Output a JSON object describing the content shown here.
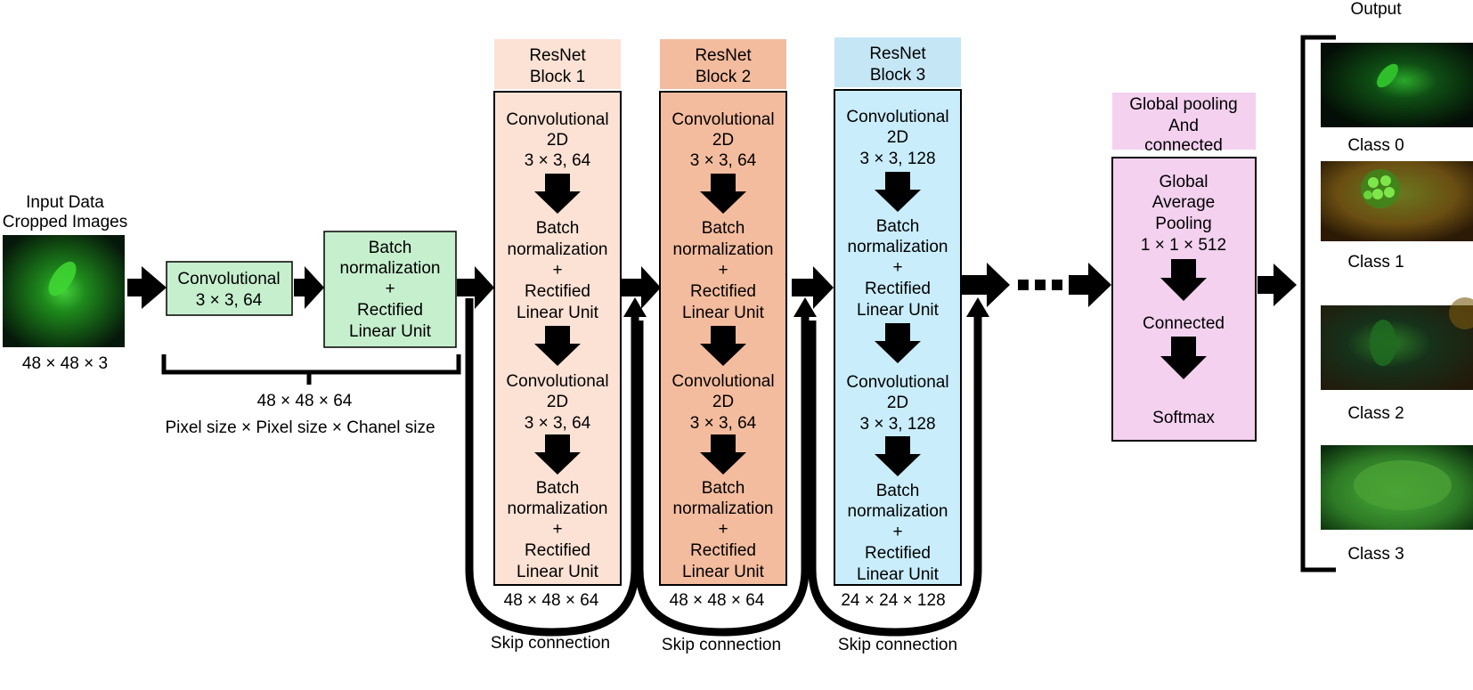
{
  "input": {
    "title": [
      "Input Data",
      "Cropped Images"
    ],
    "dims": "48 × 48 × 3",
    "image_desc": "green-cell-image"
  },
  "conv_box": {
    "lines": [
      "Convolutional",
      "3 × 3, 64"
    ],
    "color": "#c6efce"
  },
  "bn_box": {
    "lines": [
      "Batch",
      "normalization",
      "+",
      "Rectified",
      "Linear Unit"
    ],
    "color": "#c6efce"
  },
  "bracket_labels": {
    "dims": "48 × 48 × 64",
    "axes": "Pixel size  ×  Pixel size  ×  Chanel size"
  },
  "blocks": [
    {
      "title": [
        "ResNet",
        "Block 1"
      ],
      "title_color": "#fbe2d5",
      "body_color": "#fbe2d5",
      "layer1": [
        "Convolutional",
        "2D",
        "3 × 3, 64"
      ],
      "layer2": [
        "Batch",
        "normalization",
        "+",
        "Rectified",
        "Linear Unit"
      ],
      "layer3": [
        "Convolutional",
        "2D",
        "3 × 3, 64"
      ],
      "layer4": [
        "Batch",
        "normalization",
        "+",
        "Rectified",
        "Linear Unit"
      ],
      "dims": "48 × 48 × 64",
      "skip": "Skip connection"
    },
    {
      "title": [
        "ResNet",
        "Block 2"
      ],
      "title_color": "#f4bc9e",
      "body_color": "#f4bc9e",
      "layer1": [
        "Convolutional",
        "2D",
        "3 × 3, 64"
      ],
      "layer2": [
        "Batch",
        "normalization",
        "+",
        "Rectified",
        "Linear Unit"
      ],
      "layer3": [
        "Convolutional",
        "2D",
        "3 × 3, 64"
      ],
      "layer4": [
        "Batch",
        "normalization",
        "+",
        "Rectified",
        "Linear Unit"
      ],
      "dims": "48 × 48 × 64",
      "skip": "Skip connection"
    },
    {
      "title": [
        "ResNet",
        "Block 3"
      ],
      "title_color": "#c5e6f5",
      "body_color": "#c9edfb",
      "layer1": [
        "Convolutional",
        "2D",
        "3 × 3, 128"
      ],
      "layer2": [
        "Batch",
        "normalization",
        "+",
        "Rectified",
        "Linear Unit"
      ],
      "layer3": [
        "Convolutional",
        "2D",
        "3 × 3, 128"
      ],
      "layer4": [
        "Batch",
        "normalization",
        "+",
        "Rectified",
        "Linear Unit"
      ],
      "dims": "24 × 24 × 128",
      "skip": "Skip connection"
    }
  ],
  "global": {
    "title": [
      "Global pooling",
      "And",
      "connected"
    ],
    "color": "#f3d1ef",
    "pool": [
      "Global",
      "Average",
      "Pooling",
      "1 × 1 × 512"
    ],
    "connected": "Connected",
    "softmax": "Softmax"
  },
  "output": {
    "title": "Output",
    "classes": [
      "Class 0",
      "Class 1",
      "Class 2",
      "Class 3"
    ]
  }
}
